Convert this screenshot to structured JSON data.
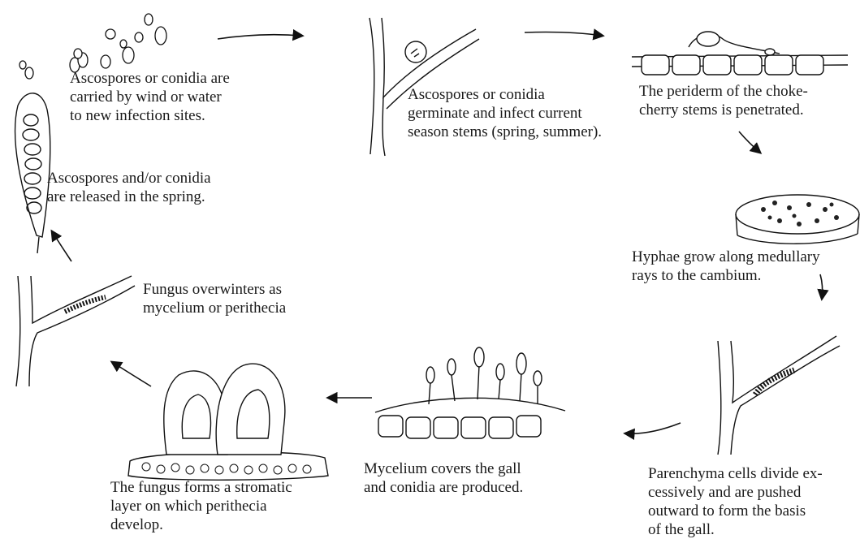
{
  "stages": [
    {
      "id": "spores",
      "text": "Ascospores or conidia are\ncarried by wind or water\nto new infection sites."
    },
    {
      "id": "release",
      "text": "Ascospores and/or conidia\nare released in the spring."
    },
    {
      "id": "germinate",
      "text": "Ascospores or conidia\ngerminate and infect current\nseason stems (spring, summer)."
    },
    {
      "id": "periderm",
      "text": "The periderm of the choke-\ncherry stems is penetrated."
    },
    {
      "id": "hyphae",
      "text": "Hyphae grow along medullary\nrays to the cambium."
    },
    {
      "id": "parenchyma",
      "text": "Parenchyma cells divide ex-\ncessively and are pushed\noutward to form the basis\nof the gall."
    },
    {
      "id": "mycelium",
      "text": "Mycelium covers the gall\nand conidia are produced."
    },
    {
      "id": "stromatic",
      "text": "The fungus forms a stromatic\nlayer on which perithecia\ndevelop."
    },
    {
      "id": "overwinter",
      "text": "Fungus overwinters as\nmycelium or perithecia"
    }
  ]
}
